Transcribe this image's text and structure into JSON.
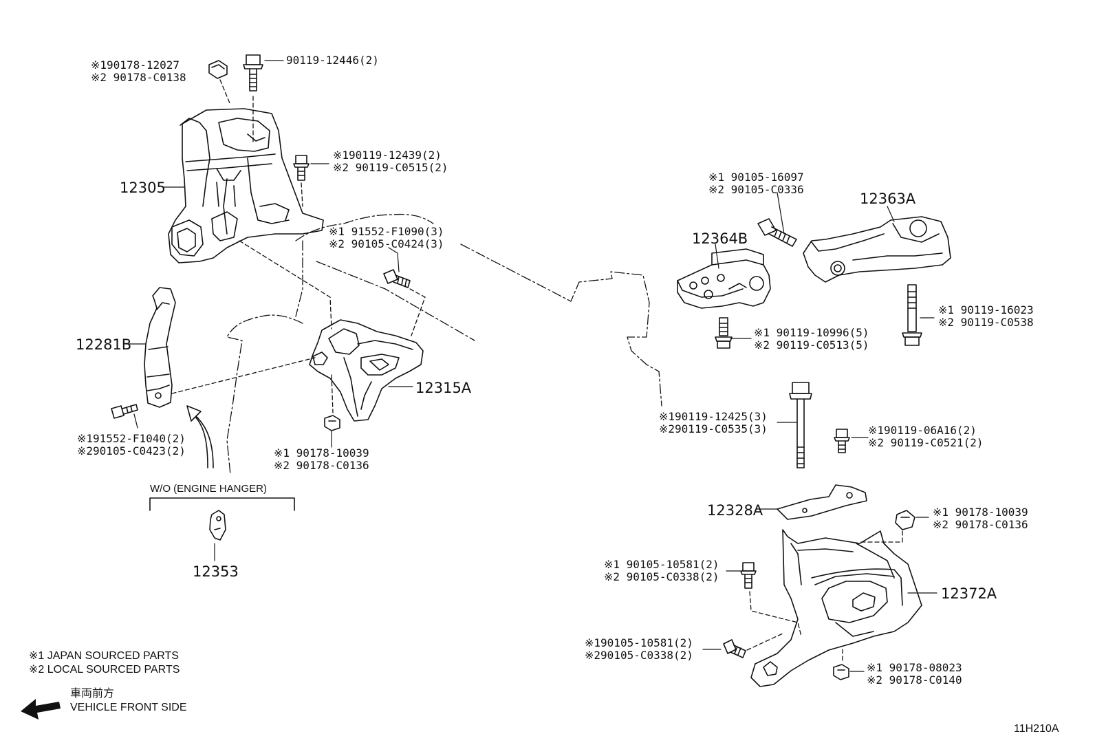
{
  "parts": {
    "p12305": "12305",
    "p12281B": "12281B",
    "p12315A": "12315A",
    "p12353": "12353",
    "p12363A": "12363A",
    "p12364B": "12364B",
    "p12328A": "12328A",
    "p12372A": "12372A"
  },
  "fasteners": {
    "f1": [
      "※190178-12027",
      "※2 90178-C0138"
    ],
    "f2": [
      "90119-12446(2)"
    ],
    "f3": [
      "※190119-12439(2)",
      "※2 90119-C0515(2)"
    ],
    "f4": [
      "※1 91552-F1090(3)",
      "※2 90105-C0424(3)"
    ],
    "f5": [
      "※191552-F1040(2)",
      "※290105-C0423(2)"
    ],
    "f6": [
      "※1 90178-10039",
      "※2 90178-C0136"
    ],
    "f7": [
      "※1 90105-16097",
      "※2 90105-C0336"
    ],
    "f8": [
      "※1 90119-16023",
      "※2 90119-C0538"
    ],
    "f9": [
      "※1 90119-10996(5)",
      "※2 90119-C0513(5)"
    ],
    "f10": [
      "※190119-12425(3)",
      "※290119-C0535(3)"
    ],
    "f11": [
      "※190119-06A16(2)",
      "※2 90119-C0521(2)"
    ],
    "f12": [
      "※1 90178-10039",
      "※2 90178-C0136"
    ],
    "f13": [
      "※1 90105-10581(2)",
      "※2 90105-C0338(2)"
    ],
    "f14": [
      "※190105-10581(2)",
      "※290105-C0338(2)"
    ],
    "f15": [
      "※1 90178-08023",
      "※2 90178-C0140"
    ]
  },
  "hanger_label": "W/O (ENGINE HANGER)",
  "legend": {
    "line1": "※1 JAPAN SOURCED PARTS",
    "line2": "※2 LOCAL SOURCED PARTS"
  },
  "direction": {
    "jp": "車両前方",
    "en": "VEHICLE FRONT SIDE"
  },
  "diagram_code": "11H210A"
}
